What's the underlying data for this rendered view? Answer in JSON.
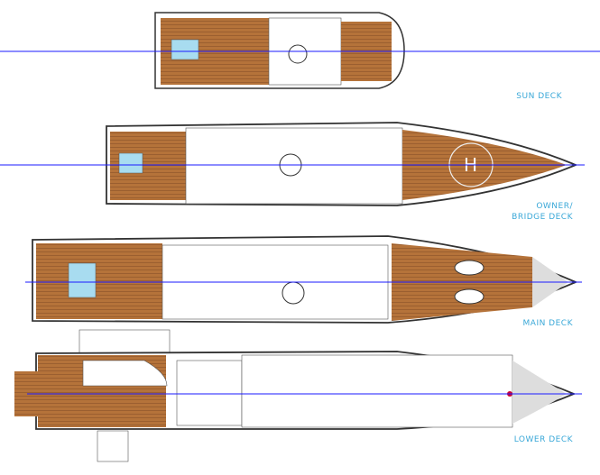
{
  "decks": [
    {
      "label": "SUN DECK"
    },
    {
      "label": "OWNER/\nBRIDGE DECK",
      "line1": "OWNER/",
      "line2": "BRIDGE DECK"
    },
    {
      "label": "MAIN DECK"
    },
    {
      "label": "LOWER DECK"
    }
  ],
  "colors": {
    "label": "#3aa8d8",
    "teak": "#b5733a",
    "centerline": "#1a1aff",
    "pool": "#a8dcf0",
    "hull": "#333333"
  }
}
